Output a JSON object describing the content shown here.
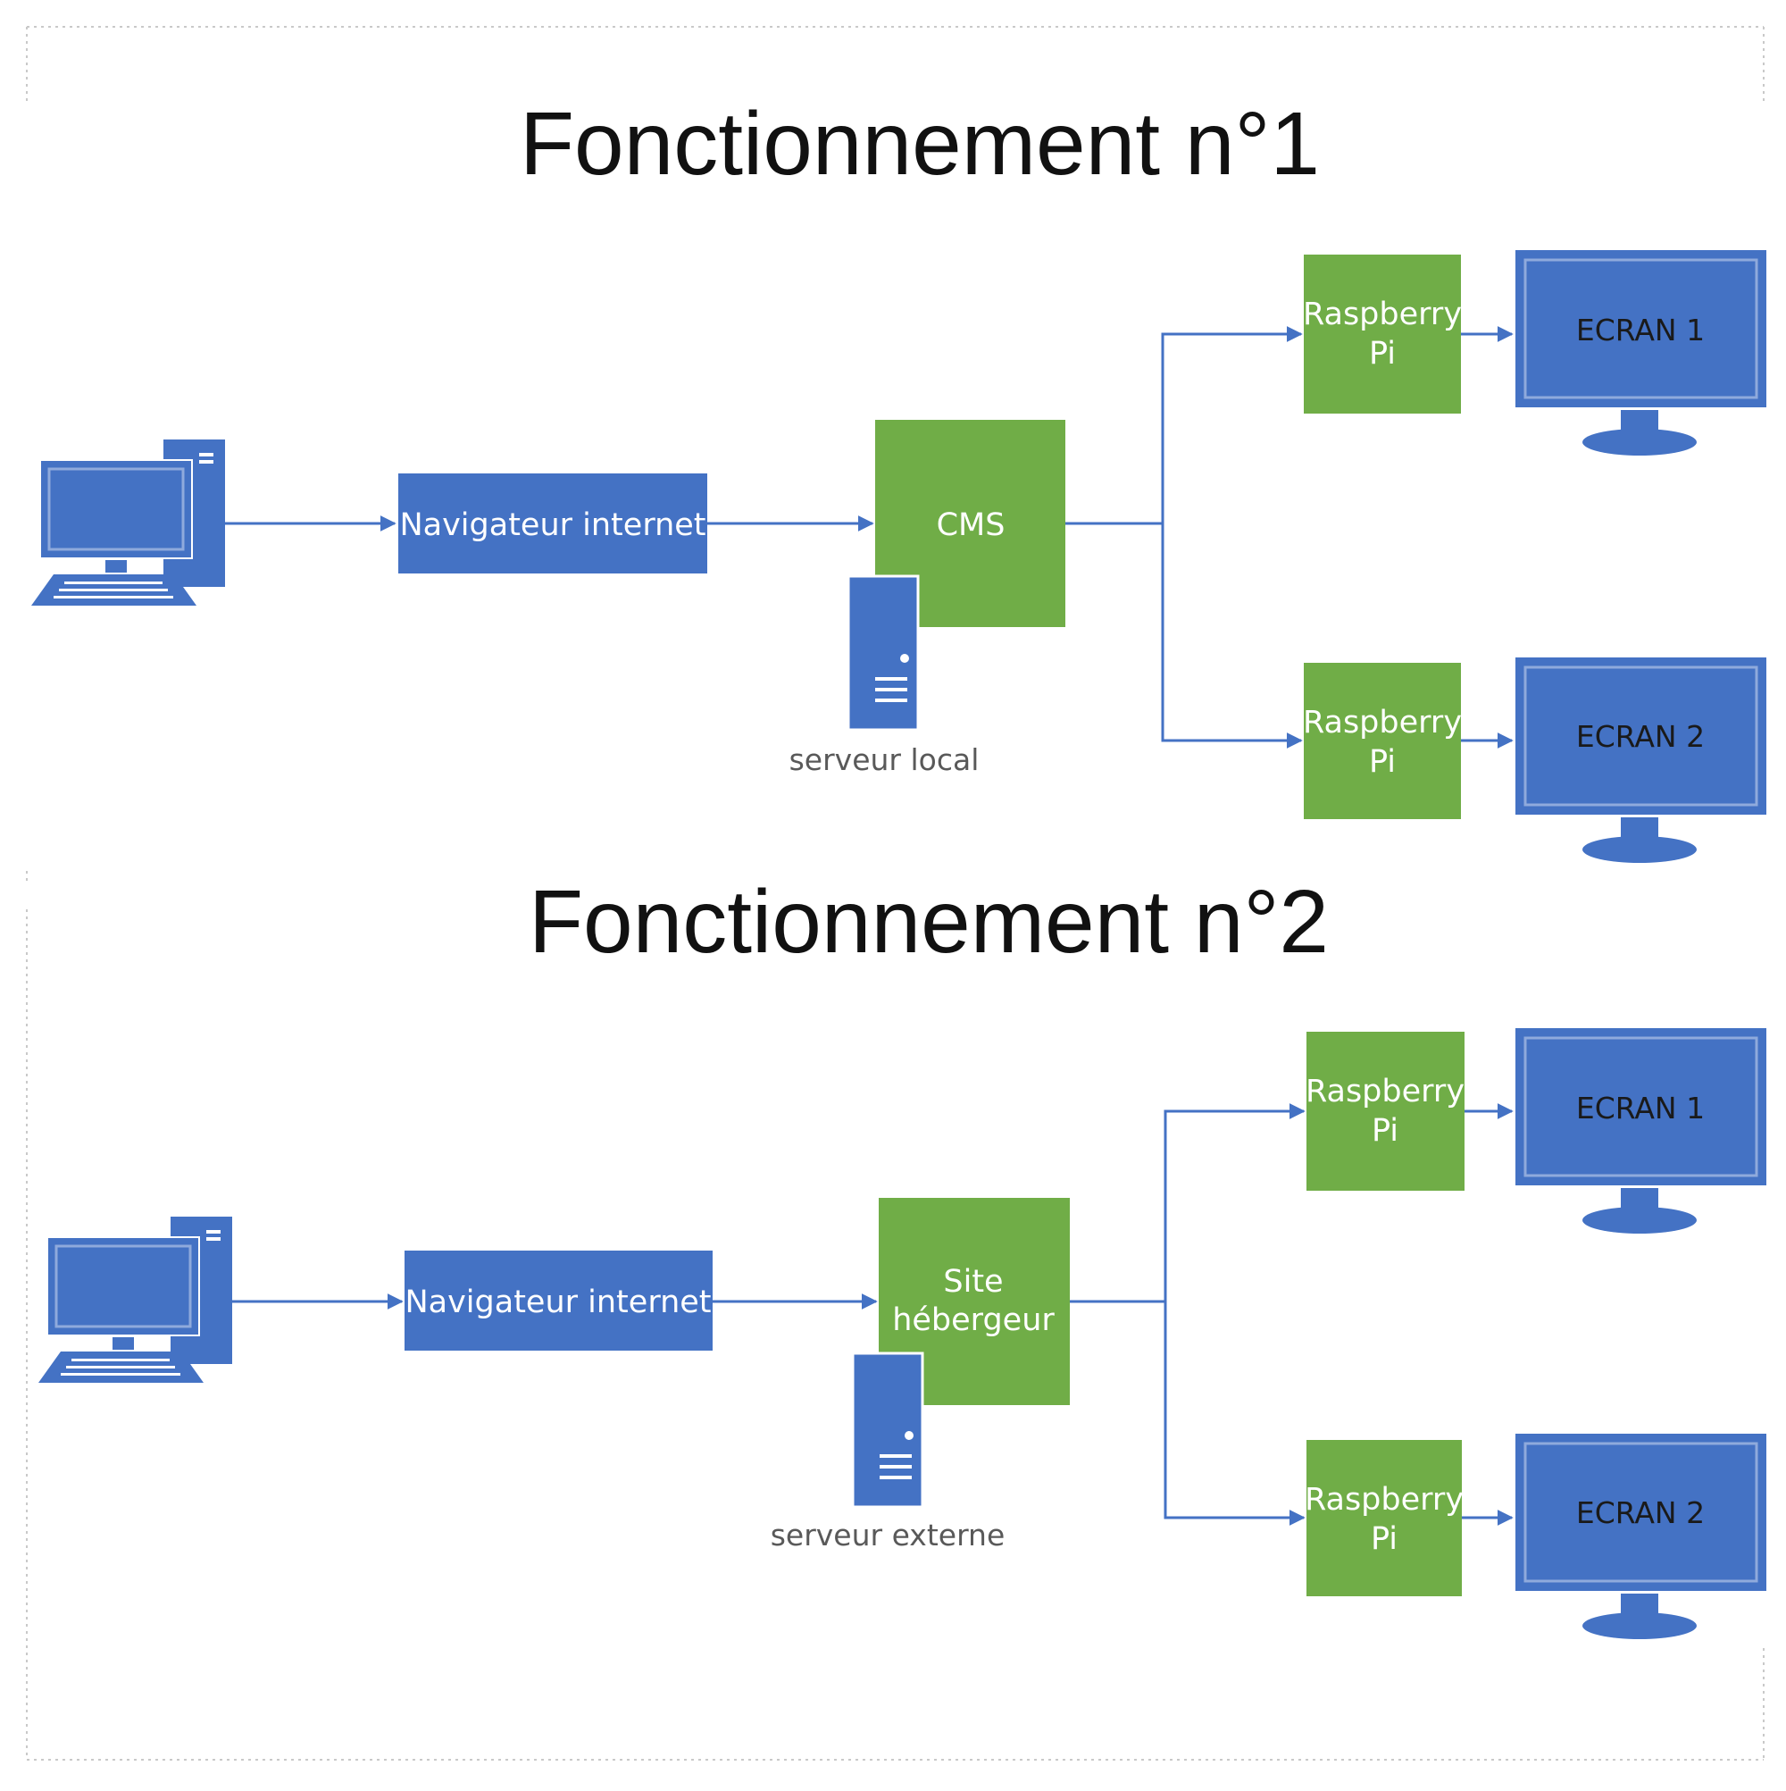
{
  "colors": {
    "blue": "#4472C4",
    "blue_light": "#8FAADC",
    "green": "#70AD47",
    "connector": "#4472C4",
    "title_text": "#111111",
    "caption_text": "#595959"
  },
  "diagrams": [
    {
      "title": "Fonctionnement n°1",
      "computer_icon": "desktop-computer-icon",
      "browser": {
        "label": "Navigateur internet"
      },
      "server": {
        "label_lines": [
          "CMS"
        ],
        "caption": "serveur local",
        "icon": "server-tower-icon"
      },
      "outputs": [
        {
          "device_lines": [
            "Raspberry",
            "Pi"
          ],
          "screen": "ECRAN 1",
          "icon": "monitor-icon"
        },
        {
          "device_lines": [
            "Raspberry",
            "Pi"
          ],
          "screen": "ECRAN 2",
          "icon": "monitor-icon"
        }
      ]
    },
    {
      "title": "Fonctionnement n°2",
      "computer_icon": "desktop-computer-icon",
      "browser": {
        "label": "Navigateur internet"
      },
      "server": {
        "label_lines": [
          "Site",
          "hébergeur"
        ],
        "caption": "serveur externe",
        "icon": "server-tower-icon"
      },
      "outputs": [
        {
          "device_lines": [
            "Raspberry",
            "Pi"
          ],
          "screen": "ECRAN 1",
          "icon": "monitor-icon"
        },
        {
          "device_lines": [
            "Raspberry",
            "Pi"
          ],
          "screen": "ECRAN 2",
          "icon": "monitor-icon"
        }
      ]
    }
  ]
}
